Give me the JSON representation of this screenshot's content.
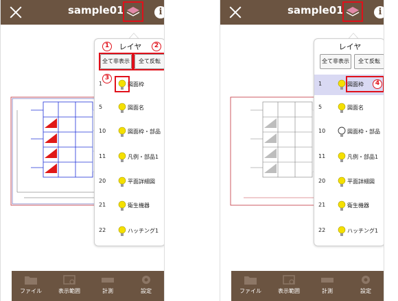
{
  "app": {
    "title": "sample01",
    "info_label": "i"
  },
  "layer_panel": {
    "title": "レイヤ",
    "hide_all_label": "全て非表示",
    "invert_all_label": "全て反転",
    "layers": [
      {
        "number": "1",
        "name": "図面枠",
        "on": true
      },
      {
        "number": "5",
        "name": "図面名",
        "on": true
      },
      {
        "number": "10",
        "name": "図面枠・部品",
        "on": true
      },
      {
        "number": "11",
        "name": "凡例・部品1",
        "on": true
      },
      {
        "number": "20",
        "name": "平面詳細図",
        "on": true
      },
      {
        "number": "21",
        "name": "衛生機器",
        "on": true
      },
      {
        "number": "22",
        "name": "ハッチング1",
        "on": true
      }
    ]
  },
  "layer_panel_after": {
    "title": "レイヤ",
    "hide_all_label": "全て非表示",
    "invert_all_label": "全て反転",
    "selected_layer": "1",
    "layers": [
      {
        "number": "1",
        "name": "図面枠",
        "on": true
      },
      {
        "number": "5",
        "name": "図面名",
        "on": true
      },
      {
        "number": "10",
        "name": "図面枠・部品",
        "on": false
      },
      {
        "number": "11",
        "name": "凡例・部品1",
        "on": true
      },
      {
        "number": "20",
        "name": "平面詳細図",
        "on": true
      },
      {
        "number": "21",
        "name": "衛生機器",
        "on": true
      },
      {
        "number": "22",
        "name": "ハッチング1",
        "on": true
      }
    ]
  },
  "markers": {
    "m1": "1",
    "m2": "2",
    "m3": "3",
    "m4": "4"
  },
  "toolbar": {
    "file": "ファイル",
    "view_range": "表示範囲",
    "measure": "計測",
    "settings": "設定"
  },
  "colors": {
    "bar": "#6b5441",
    "highlight": "#e0101a",
    "bulb_on": "#f5e000",
    "selected_row": "#d9d9f3"
  }
}
